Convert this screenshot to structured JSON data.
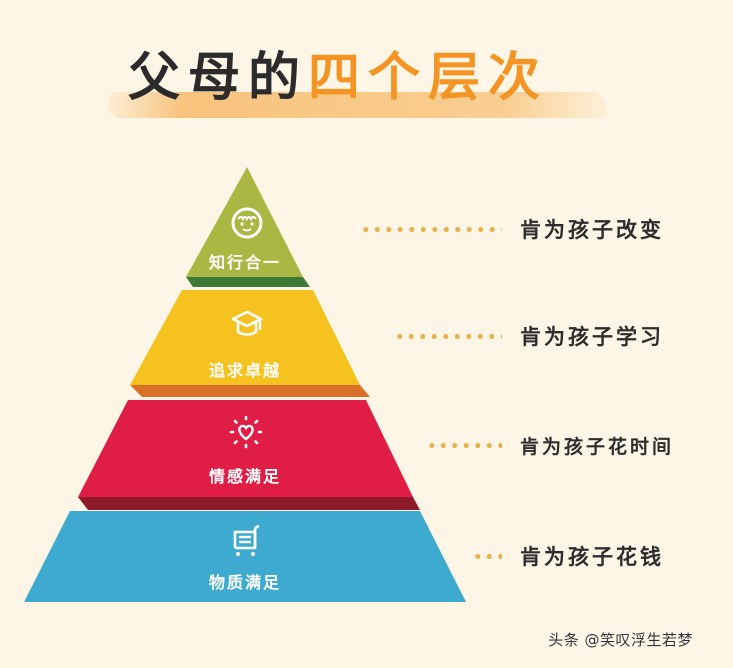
{
  "title": {
    "part1": "父母的",
    "part2": "四个层次"
  },
  "colors": {
    "background": "#fdf6e6",
    "title_dark": "#2b2b2b",
    "title_accent": "#f39425",
    "tier1": "#a9b843",
    "tier1_shadow": "#3e7a35",
    "tier2": "#f6c21f",
    "tier2_shadow": "#d9702a",
    "tier3": "#e01e45",
    "tier3_shadow": "#8f1b2a",
    "tier4": "#3eaad0",
    "dots": "#eab04c"
  },
  "tiers": [
    {
      "label": "知行合一",
      "icon": "smiley-face-icon",
      "description": "肯为孩子改变"
    },
    {
      "label": "追求卓越",
      "icon": "graduation-cap-icon",
      "description": "肯为孩子学习"
    },
    {
      "label": "情感满足",
      "icon": "heart-sun-icon",
      "description": "肯为孩子花时间"
    },
    {
      "label": "物质满足",
      "icon": "shopping-cart-icon",
      "description": "肯为孩子花钱"
    }
  ],
  "watermark": "头条 @笑叹浮生若梦"
}
